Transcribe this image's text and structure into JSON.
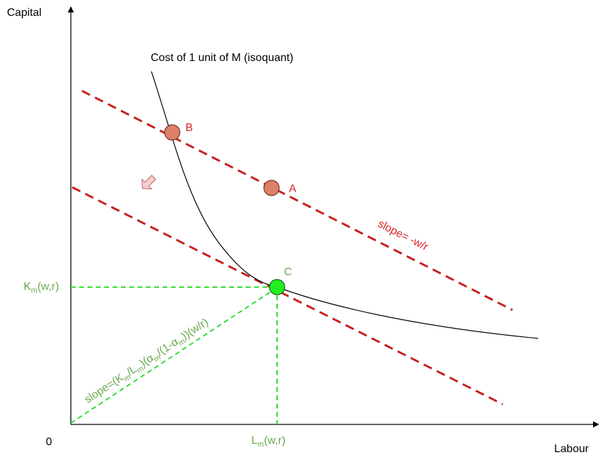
{
  "axes": {
    "y_label": "Capital",
    "x_label": "Labour",
    "origin_label": "0"
  },
  "isoquant": {
    "label": "Cost of 1 unit of M (isoquant)"
  },
  "points": {
    "a": "A",
    "b": "B",
    "c": "C"
  },
  "budget_line": {
    "slope_label": "slope= -w/r"
  },
  "optimum": {
    "k_main": "K",
    "k_sub": "m",
    "k_args": "(w,r)",
    "l_main": "L",
    "l_sub": "m",
    "l_args": "(w,r)"
  },
  "ray": {
    "p1": "slope=(K",
    "s1": "m",
    "p2": "/L",
    "s2": "m",
    "p3": ")(α",
    "s3": "m",
    "p4": "/(1-α",
    "s4": "m",
    "p5": "))(w/r)"
  },
  "colors": {
    "budget_line": "#c8201e",
    "point_fill": "#dd7f6b",
    "optimum_fill": "#22ee22",
    "guide": "#33dd33",
    "arrow_fill": "#f6cccc",
    "arrow_stroke": "#bb6666"
  },
  "icons": {
    "shift_arrow": "arrow-down-left-icon"
  }
}
